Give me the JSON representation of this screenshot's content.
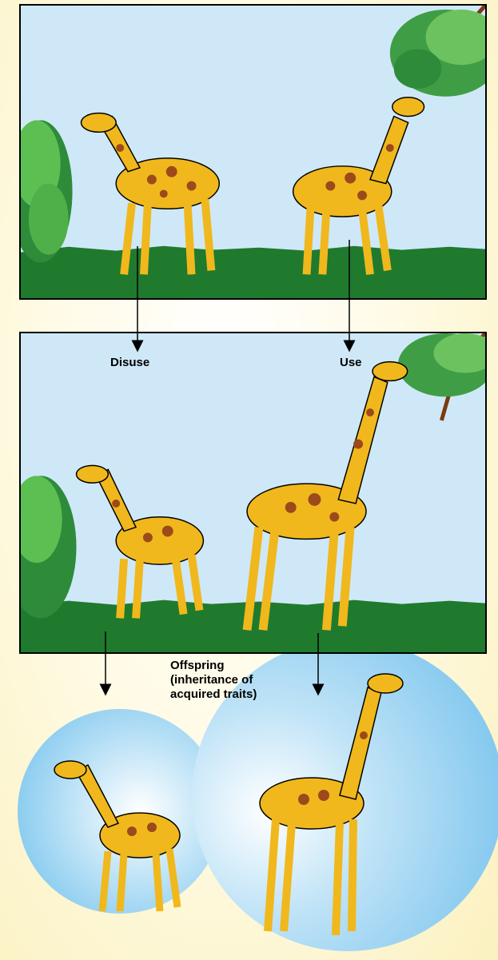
{
  "labels": {
    "disuse": "Disuse",
    "use": "Use",
    "offspring": [
      "Offspring",
      "(inheritance of",
      "acquired traits)"
    ]
  },
  "colors": {
    "sky": "#cfe8f7",
    "grass": "#1f7a2e",
    "giraffe_body": "#f0b81c",
    "giraffe_spots": "#9c4a1a",
    "leaves": "#4fb04a",
    "circle": "#8ccdf0"
  },
  "icons": [
    "giraffe-short-neck",
    "giraffe-long-neck",
    "bush",
    "tree-branch",
    "arrow-down"
  ]
}
